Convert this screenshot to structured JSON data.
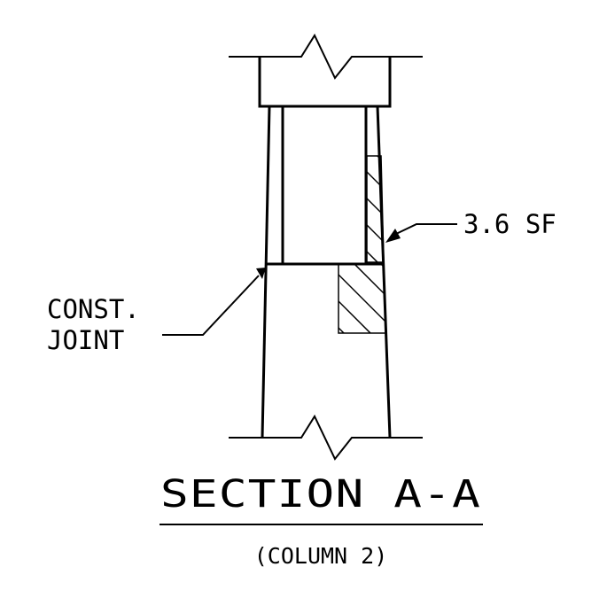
{
  "section": {
    "title": "SECTION A-A",
    "subtitle": "(COLUMN 2)"
  },
  "labels": {
    "area": "3.6 SF",
    "joint_line1": "CONST.",
    "joint_line2": "JOINT"
  },
  "colors": {
    "line": "#000000",
    "background": "#ffffff"
  }
}
